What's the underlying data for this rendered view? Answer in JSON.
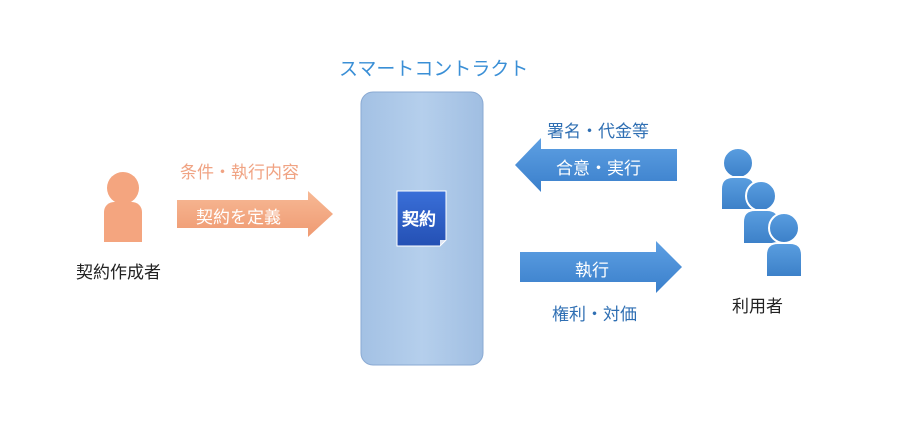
{
  "title": "スマートコントラクト",
  "creator": {
    "name": "契約作成者",
    "action_caption": "条件・執行内容",
    "arrow_label": "契約を定義"
  },
  "contract": {
    "document_label": "契約"
  },
  "users": {
    "name": "利用者",
    "inbound_caption": "署名・代金等",
    "inbound_arrow_label": "合意・実行",
    "outbound_arrow_label": "執行",
    "outbound_caption": "権利・対価"
  },
  "colors": {
    "title": "#3a8fd6",
    "orange": "#f4a57f",
    "orange_arrow": "#f3a07b",
    "blue_dark": "#2f6fb3",
    "blue_arrow": "#4a90d9",
    "contract_box": "#a9c5e6",
    "contract_border": "#8aaad3",
    "document": "#2f5fc9",
    "person_blue": "#4a8fd4"
  }
}
